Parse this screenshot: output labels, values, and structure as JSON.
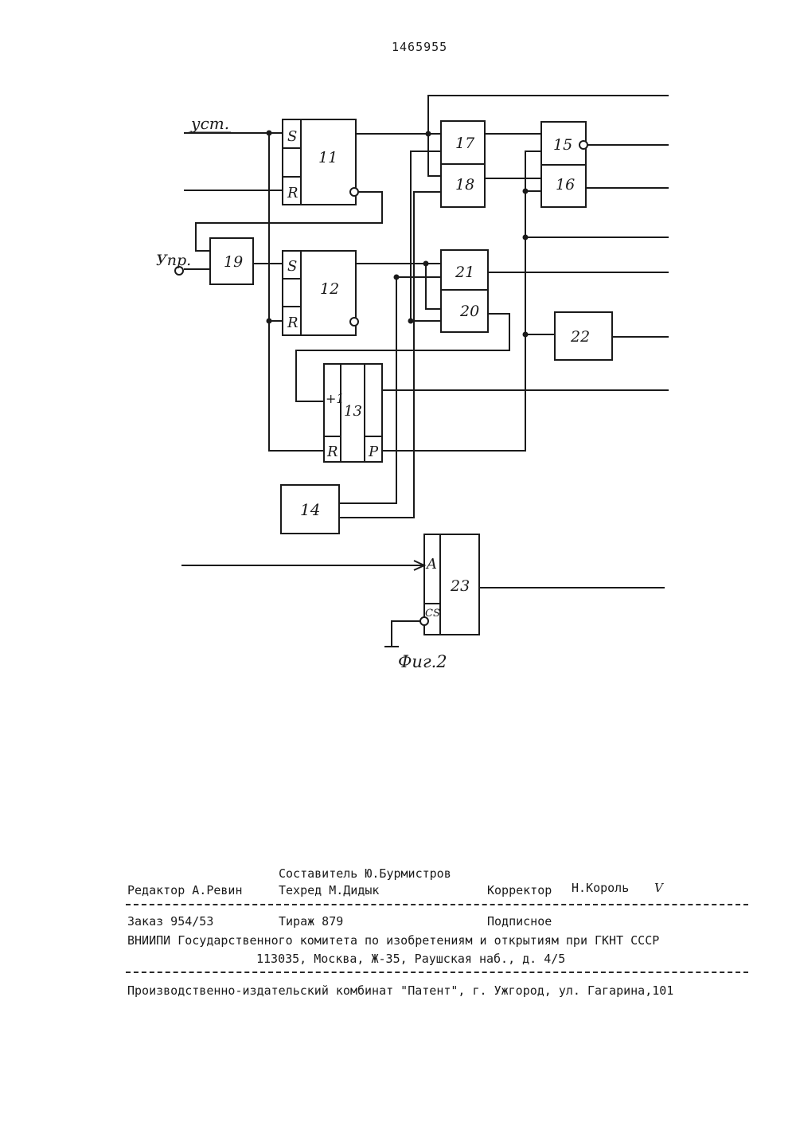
{
  "header": {
    "patent_number": "1465955"
  },
  "figure": {
    "caption": "Фиг.2",
    "labels": {
      "ust": "уст.",
      "upr": "Упр.",
      "b11": "11",
      "b12": "12",
      "b13": "13",
      "b14": "14",
      "b15": "15",
      "b16": "16",
      "b17": "17",
      "b18": "18",
      "b19": "19",
      "b20": "20",
      "b21": "21",
      "b22": "22",
      "b23": "23",
      "S": "S",
      "R": "R",
      "plus1": "+1",
      "P": "P",
      "A": "A",
      "CS": "CS"
    }
  },
  "footer": {
    "composer": "Составитель Ю.Бурмистров",
    "editor": "Редактор А.Ревин",
    "techred": "Техред М.Дидык",
    "corrector_label": "Корректор",
    "corrector_name": "Н.Король",
    "check_mark": "V",
    "order": "Заказ 954/53",
    "print_run": "Тираж 879",
    "subscription": "Подписное",
    "org": "ВНИИПИ Государственного комитета по изобретениям и открытиям при ГКНТ СССР",
    "address": "113035, Москва, Ж-35, Раушская наб., д. 4/5",
    "plant": "Производственно-издательский комбинат \"Патент\", г. Ужгород, ул. Гагарина,101"
  }
}
